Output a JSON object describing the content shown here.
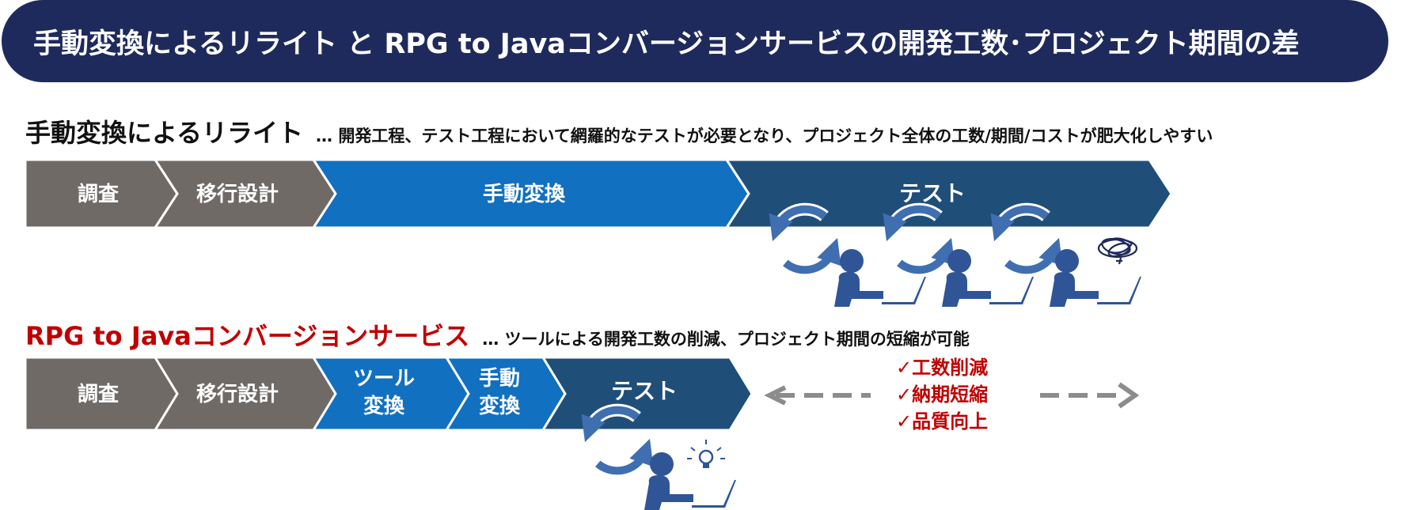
{
  "banner": {
    "title": "手動変換によるリライト と RPG to Javaコンバージョンサービスの開発工数･プロジェクト期間の差"
  },
  "row1": {
    "title": "手動変換によるリライト",
    "subtitle": "… 開発工程、テスト工程において網羅的なテストが必要となり、プロジェクト全体の工数/期間/コストが肥大化しやすい",
    "steps": [
      {
        "label": "調査"
      },
      {
        "label": "移行設計"
      },
      {
        "label": "手動変換"
      },
      {
        "label": "テスト"
      }
    ]
  },
  "row2": {
    "title": "RPG to Javaコンバージョンサービス",
    "subtitle": "… ツールによる開発工数の削減、プロジェクト期間の短縮が可能",
    "steps": [
      {
        "label": "調査"
      },
      {
        "label": "移行設計"
      },
      {
        "label": "ツール",
        "label2": "変換"
      },
      {
        "label": "手動",
        "label2": "変換"
      },
      {
        "label": "テスト"
      }
    ],
    "benefits": [
      "✓工数削減",
      "✓納期短縮",
      "✓品質向上"
    ]
  },
  "colors": {
    "banner": "#1f2a5c",
    "gray_step": "#6f6a66",
    "blue_step": "#1170c0",
    "navy_step": "#1f4e79",
    "cycle": "#3f6fb0",
    "person": "#2f5597",
    "accent_red": "#c00000",
    "arrow_gray": "#8c8c8c"
  },
  "icons": [
    "cycle-arrow-icon",
    "person-at-laptop-icon",
    "confused-scribble-icon",
    "lightbulb-icon"
  ]
}
